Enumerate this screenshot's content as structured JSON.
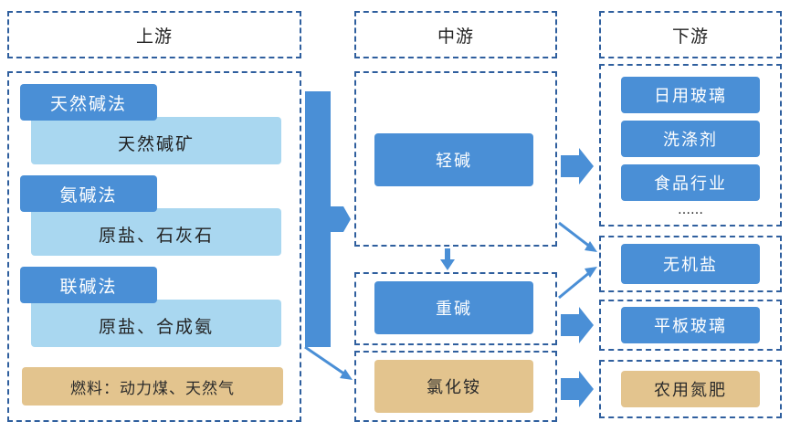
{
  "headers": {
    "upstream": "上游",
    "midstream": "中游",
    "downstream": "下游"
  },
  "upstream": {
    "methods": [
      {
        "name": "天然碱法",
        "material": "天然碱矿"
      },
      {
        "name": "氨碱法",
        "material": "原盐、石灰石"
      },
      {
        "name": "联碱法",
        "material": "原盐、合成氨"
      }
    ],
    "fuel": "燃料：动力煤、天然气"
  },
  "midstream": {
    "light_soda": "轻碱",
    "heavy_soda": "重碱",
    "ammonium_chloride": "氯化铵"
  },
  "downstream": {
    "light_soda_uses": [
      "日用玻璃",
      "洗涤剂",
      "食品行业"
    ],
    "ellipsis": "……",
    "inorganic_salt": "无机盐",
    "flat_glass": "平板玻璃",
    "nitrogen_fertilizer": "农用氮肥"
  },
  "colors": {
    "dark_blue": "#4a8fd6",
    "light_blue": "#a9d7f0",
    "tan": "#e3c48e",
    "dash_border": "#2f5f9e"
  }
}
